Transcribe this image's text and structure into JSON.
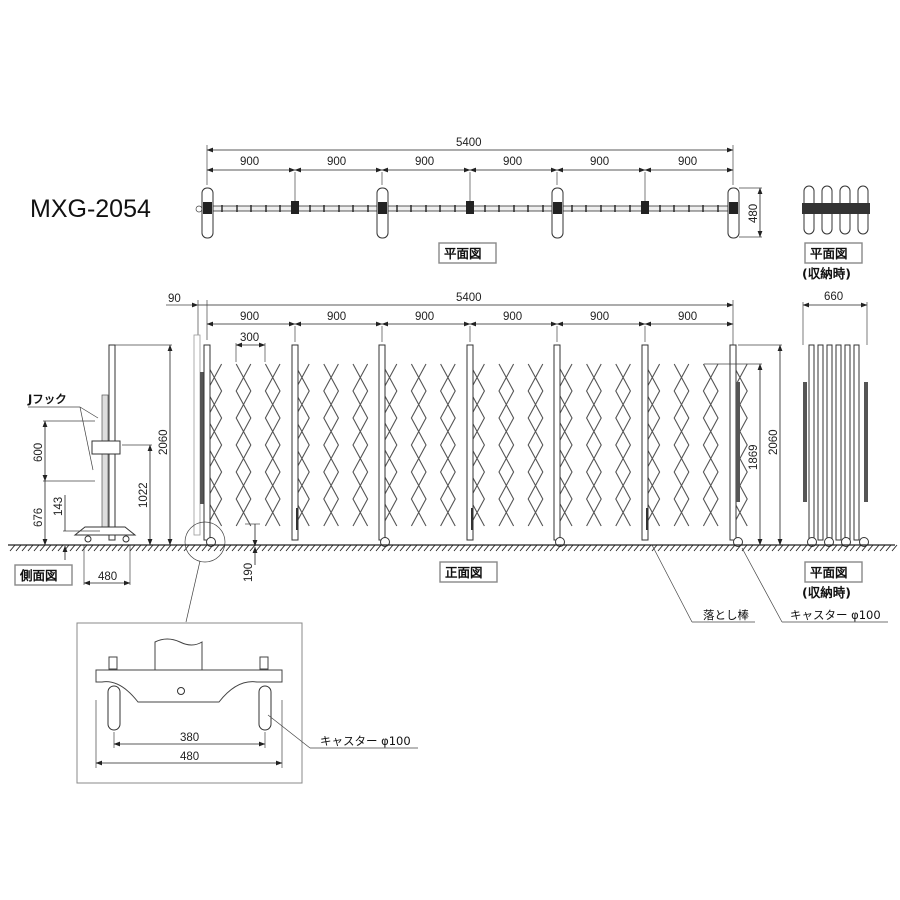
{
  "model": "MXG-2054",
  "views": {
    "plan": {
      "label": "平面図"
    },
    "plan_stored": {
      "label": "平面図",
      "sublabel": "(収納時)"
    },
    "front": {
      "label": "正面図"
    },
    "side": {
      "label": "側面図"
    },
    "front_stored": {
      "label": "平面図",
      "sublabel": "(収納時)"
    }
  },
  "dimensions": {
    "plan_total": "5400",
    "plan_segments": [
      "900",
      "900",
      "900",
      "900",
      "900",
      "900"
    ],
    "plan_depth": "480",
    "front_offset": "90",
    "front_total": "5400",
    "front_segments": [
      "900",
      "900",
      "900",
      "900",
      "900",
      "900"
    ],
    "lattice_pitch": "300",
    "front_height": "2060",
    "lattice_height": "1869",
    "caster_clearance": "190",
    "stored_width": "660",
    "side_height": "2060",
    "side_hook_spacing": "600",
    "side_hook_low": "676",
    "side_143": "143",
    "side_handle": "1022",
    "side_base": "480",
    "detail_inner": "380",
    "detail_outer": "480"
  },
  "callouts": {
    "j_hook": "Jフック",
    "drop_rod": "落とし棒",
    "caster": "キャスター φ100",
    "detail_caster": "キャスター φ100"
  },
  "colors": {
    "line": "#333333",
    "frame": "#888888",
    "background": "#ffffff"
  }
}
